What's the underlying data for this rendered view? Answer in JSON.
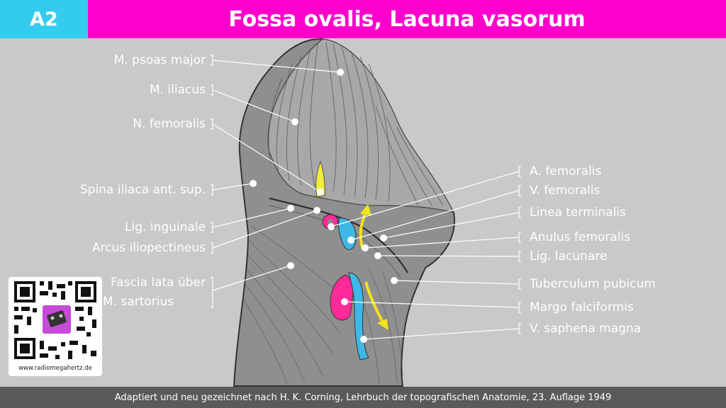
{
  "header": {
    "badge": "A2",
    "title": "Fossa ovalis, Lacuna vasorum",
    "badge_color": "#33ccee",
    "bar_color": "#ff00cc"
  },
  "labels_left": [
    "M. psoas major",
    "M. iliacus",
    "N. femoralis",
    "Spina iliaca ant. sup.",
    "Lig. inguinale",
    "Arcus iliopectineus",
    "Fascia lata über",
    "M. sartorius"
  ],
  "labels_right": [
    "A. femoralis",
    "V. femoralis",
    "Linea terminalis",
    "Anulus femoralis",
    "Lig. lacunare",
    "Tuberculum pubicum",
    "Margo falciformis",
    "V. saphena magna"
  ],
  "qr": {
    "url": "www.radiomegahertz.de",
    "icon": "qr-code-icon"
  },
  "footer": {
    "credit": "Adaptiert und neu gezeichnet nach H. K. Corning, Lehrbuch der topografischen Anatomie, 23. Auflage 1949"
  },
  "colors": {
    "artery": "#ff2a9a",
    "vein": "#3fb8e6",
    "nerve": "#f2ee3a",
    "arrow": "#f4e21a",
    "leader": "#ffffff"
  }
}
